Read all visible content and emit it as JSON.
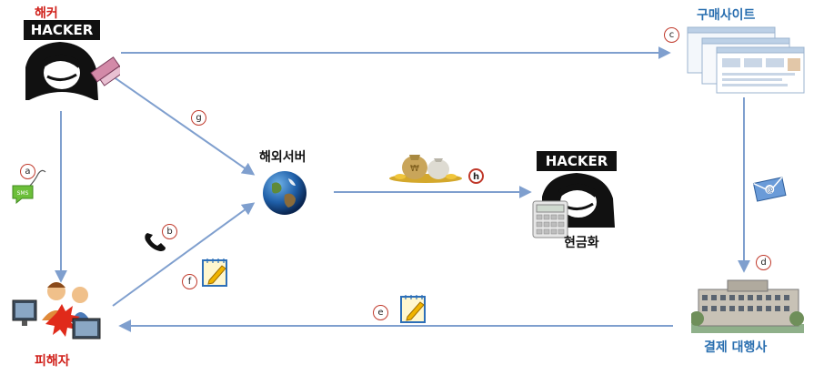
{
  "nodes": {
    "hacker": {
      "label": "해커",
      "label_color": "#d0201a",
      "badge": "HACKER"
    },
    "purchase_site": {
      "label": "구매사이트",
      "label_color": "#2a6fb0"
    },
    "overseas_server": {
      "label": "해외서버",
      "label_color": "#111111"
    },
    "cashing": {
      "label": "현금화",
      "label_color": "#111111",
      "badge": "HACKER"
    },
    "payment_agency": {
      "label": "결제 대행사",
      "label_color": "#2a6fb0"
    },
    "victim": {
      "label": "피해자",
      "label_color": "#d0201a"
    }
  },
  "steps": {
    "a": "a",
    "b": "b",
    "c": "c",
    "d": "d",
    "e": "e",
    "f": "f",
    "g": "g",
    "h": "h"
  },
  "icons": [
    "hacker-icon",
    "browser-pages-icon",
    "globe-icon",
    "money-bags-icon",
    "calculator-icon",
    "building-icon",
    "victim-group-icon",
    "sms-icon",
    "phone-icon",
    "notepad-icon",
    "email-icon"
  ],
  "colors": {
    "arrow": "#7f9fce",
    "step_ring": "#c0392b"
  }
}
